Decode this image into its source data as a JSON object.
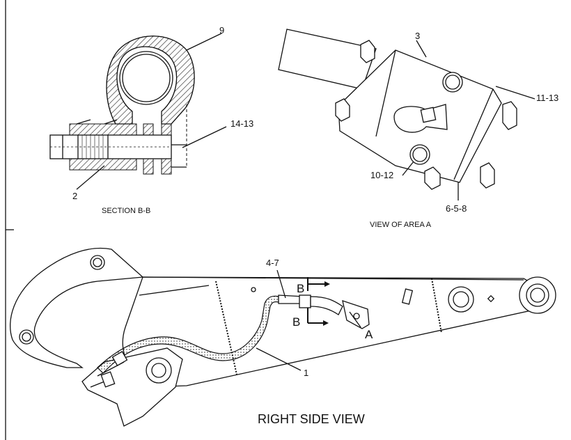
{
  "callouts": {
    "section_top": "9",
    "section_bolt": "14-13",
    "section_plate": "2",
    "view_block": "3",
    "view_right_bolt": "11-13",
    "view_lower_bolt": "10-12",
    "view_bottom_bolt": "6-5-8",
    "side_clip": "4-7",
    "side_hose": "1"
  },
  "captions": {
    "section": "SECTION B-B",
    "view_area": "VIEW OF AREA A",
    "main_view": "RIGHT SIDE VIEW"
  },
  "markers": {
    "section_upper": "B",
    "section_lower": "B",
    "area": "A"
  }
}
